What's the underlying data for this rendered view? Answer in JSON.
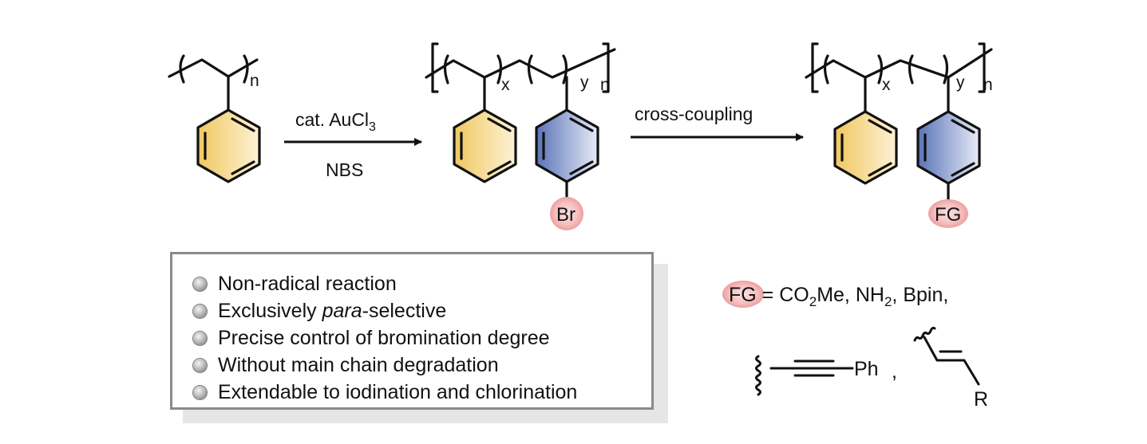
{
  "reactant": {
    "repeat_subscript": "n",
    "ring_color": "#f7d98a"
  },
  "step1": {
    "reagent_top": "cat. AuCl",
    "reagent_top_sub": "3",
    "reagent_bottom": "NBS"
  },
  "intermediate": {
    "sub_x": "x",
    "sub_y": "y",
    "sub_n": "n",
    "substituent": "Br",
    "ring1_color": "#f7d98a",
    "ring2_color": "#6f86c4",
    "highlight_color": "#f4b6b6"
  },
  "step2": {
    "reagent_top": "cross-coupling"
  },
  "product": {
    "sub_x": "x",
    "sub_y": "y",
    "sub_n": "n",
    "substituent": "FG"
  },
  "features": {
    "items": [
      {
        "text": "Non-radical reaction"
      },
      {
        "pre": "Exclusively ",
        "italic": "para",
        "post": "-selective"
      },
      {
        "text": "Precise control of bromination degree"
      },
      {
        "text": "Without main chain degradation"
      },
      {
        "text": "Extendable to iodination and chlorination"
      }
    ]
  },
  "fg_legend": {
    "label": "FG",
    "equals": "=",
    "g1": "CO",
    "g1_sub": "2",
    "g1_post": "Me,",
    "g2": "NH",
    "g2_sub": "2",
    "g2_post": ",",
    "g3": "Bpin,",
    "alkyne_end": "Ph",
    "comma": ",",
    "alkene_end": "R"
  }
}
